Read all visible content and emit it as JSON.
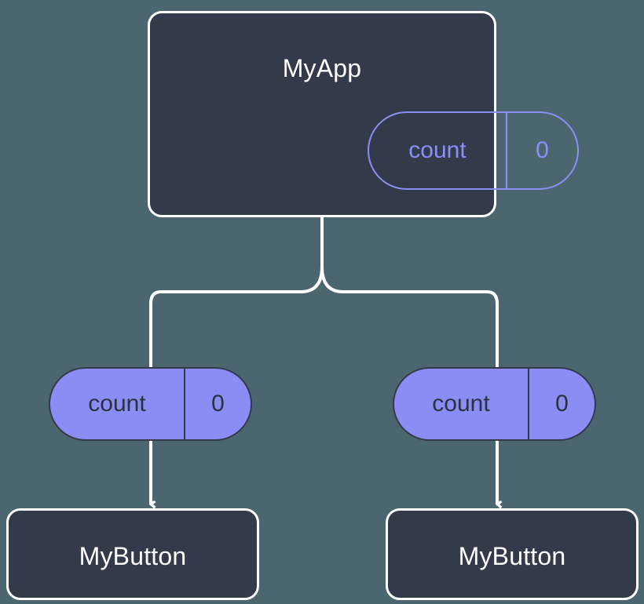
{
  "diagram": {
    "title": "React state and props flow diagram",
    "background_color": "#4c6670",
    "accent_color": "#8b8df5",
    "node_fill_color": "#333a49",
    "wire_color": "#ffffff"
  },
  "root": {
    "label": "MyApp",
    "state": {
      "name": "count",
      "value": "0"
    }
  },
  "children": [
    {
      "label": "MyButton",
      "props": {
        "name": "count",
        "value": "0"
      }
    },
    {
      "label": "MyButton",
      "props": {
        "name": "count",
        "value": "0"
      }
    }
  ]
}
